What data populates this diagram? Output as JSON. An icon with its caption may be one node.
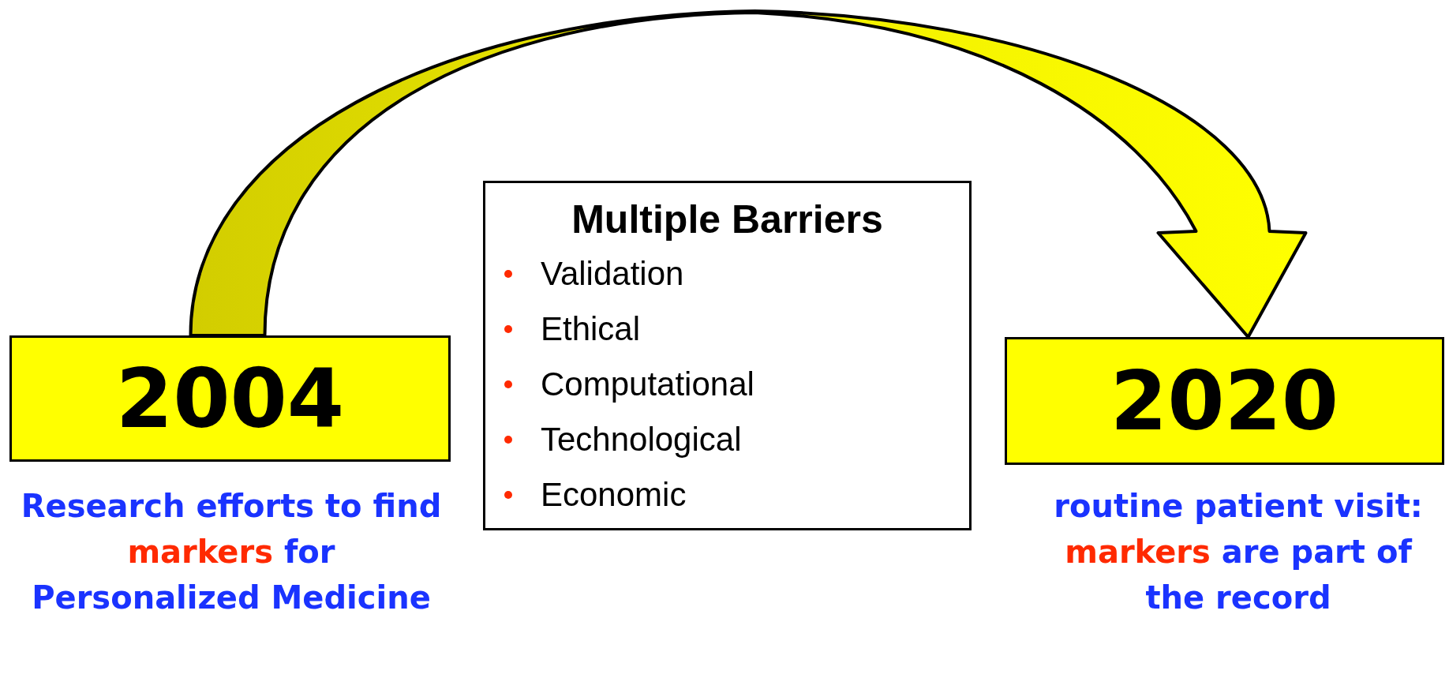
{
  "diagram": {
    "nodes": [
      {
        "text": [
          "2004"
        ],
        "beside": [
          "Research efforts to find **markers** for Personalized Medicine"
        ]
      },
      {
        "text": [
          "Multiple Barriers",
          "Validation",
          "Ethical",
          "Computational",
          "Technological",
          "Economic"
        ]
      },
      {
        "text": [
          "2020"
        ],
        "beside": [
          "routine patient visit: **markers** are part of the record"
        ]
      }
    ],
    "edges": [
      {
        "from": 0,
        "to": 2,
        "arrow": "to",
        "style": "thick"
      }
    ]
  }
}
